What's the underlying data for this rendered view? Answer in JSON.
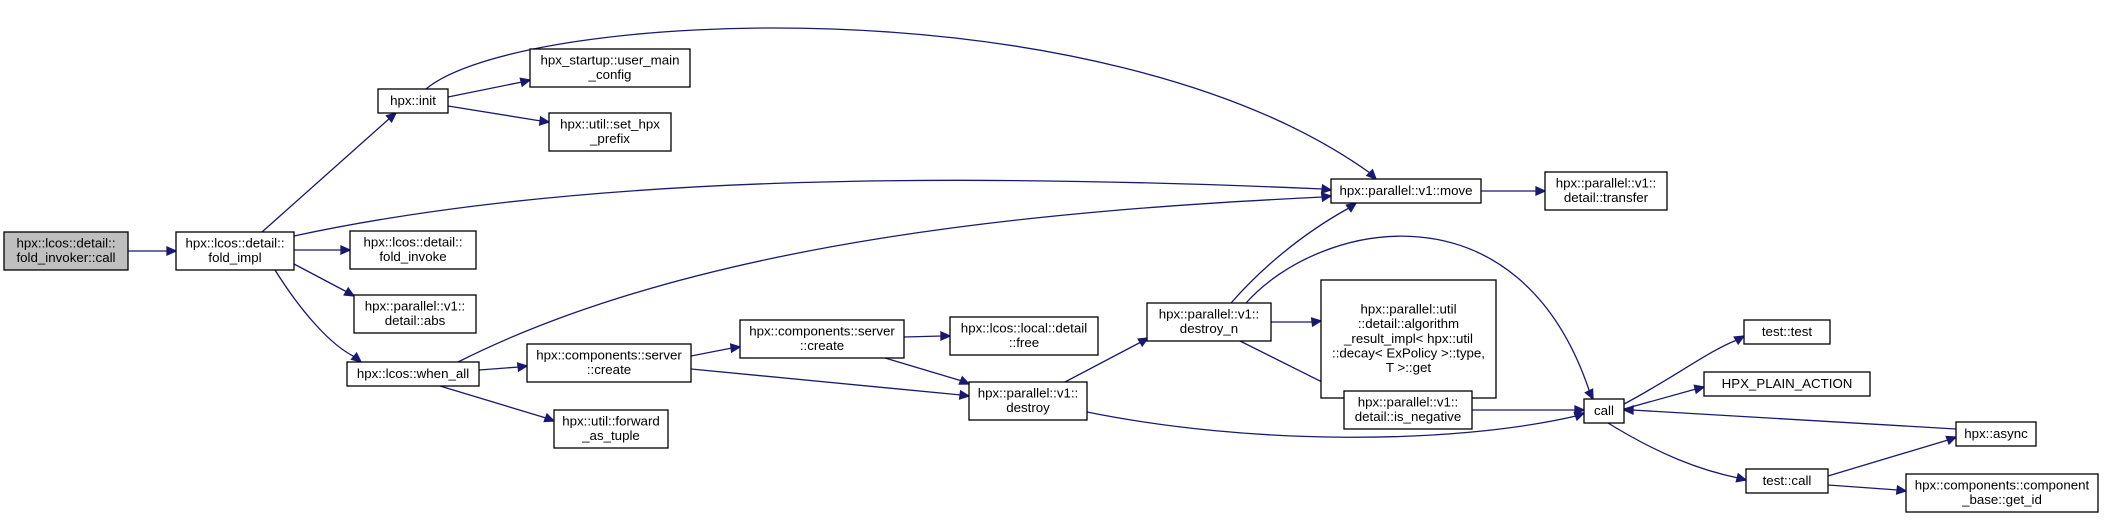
{
  "graph": {
    "edge_color": "#191970",
    "root_fill": "#bfbfbf",
    "nodes": [
      {
        "id": "n_root",
        "lines": [
          "hpx::lcos::detail::",
          "fold_invoker::call"
        ],
        "root": true
      },
      {
        "id": "n_fold_impl",
        "lines": [
          "hpx::lcos::detail::",
          "fold_impl"
        ]
      },
      {
        "id": "n_init",
        "lines": [
          "hpx::init"
        ]
      },
      {
        "id": "n_fold_invoke",
        "lines": [
          "hpx::lcos::detail::",
          "fold_invoke"
        ]
      },
      {
        "id": "n_abs",
        "lines": [
          "hpx::parallel::v1::",
          "detail::abs"
        ]
      },
      {
        "id": "n_when_all",
        "lines": [
          "hpx::lcos::when_all"
        ]
      },
      {
        "id": "n_user_main_config",
        "lines": [
          "hpx_startup::user_main",
          "_config"
        ]
      },
      {
        "id": "n_set_hpx_prefix",
        "lines": [
          "hpx::util::set_hpx",
          "_prefix"
        ]
      },
      {
        "id": "n_move",
        "lines": [
          "hpx::parallel::v1::move"
        ]
      },
      {
        "id": "n_transfer",
        "lines": [
          "hpx::parallel::v1::",
          "detail::transfer"
        ]
      },
      {
        "id": "n_srv_create1",
        "lines": [
          "hpx::components::server",
          "::create"
        ]
      },
      {
        "id": "n_srv_create2",
        "lines": [
          "hpx::components::server",
          "::create"
        ]
      },
      {
        "id": "n_forward_as_tuple",
        "lines": [
          "hpx::util::forward",
          "_as_tuple"
        ]
      },
      {
        "id": "n_free",
        "lines": [
          "hpx::lcos::local::detail",
          "::free"
        ]
      },
      {
        "id": "n_destroy",
        "lines": [
          "hpx::parallel::v1::",
          "destroy"
        ]
      },
      {
        "id": "n_destroy_n",
        "lines": [
          "hpx::parallel::v1::",
          "destroy_n"
        ]
      },
      {
        "id": "n_algorithm_result",
        "lines": [
          "hpx::parallel::util",
          "::detail::algorithm",
          "_result_impl< hpx::util",
          "::decay< ExPolicy >::type,",
          "T >::get"
        ]
      },
      {
        "id": "n_is_negative",
        "lines": [
          "hpx::parallel::v1::",
          "detail::is_negative"
        ]
      },
      {
        "id": "n_call",
        "lines": [
          "call"
        ]
      },
      {
        "id": "n_test_test",
        "lines": [
          "test::test"
        ]
      },
      {
        "id": "n_hpx_plain_action",
        "lines": [
          "HPX_PLAIN_ACTION"
        ]
      },
      {
        "id": "n_async",
        "lines": [
          "hpx::async"
        ]
      },
      {
        "id": "n_test_call",
        "lines": [
          "test::call"
        ]
      },
      {
        "id": "n_get_id",
        "lines": [
          "hpx::components::component",
          "_base::get_id"
        ]
      }
    ]
  }
}
